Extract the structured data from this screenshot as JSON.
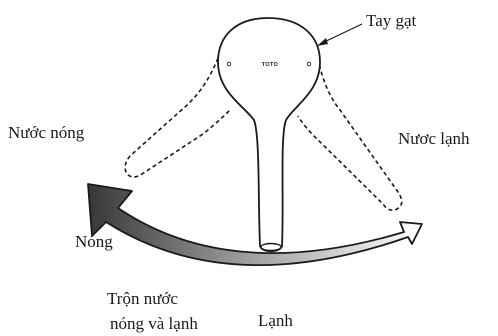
{
  "labels": {
    "lever": "Tay gạt",
    "hot_water": "Nước nóng",
    "cold_water": "Nươc lạnh",
    "hot": "Nóng",
    "cold": "Lạnh",
    "mix_line1": "Trộn nước",
    "mix_line2": "nóng và lạnh"
  },
  "brand": "TOTO",
  "colors": {
    "line": "#1a1a1a",
    "arrow_dark": "#3a3a3a",
    "arrow_light": "#ffffff",
    "background": "#ffffff"
  }
}
